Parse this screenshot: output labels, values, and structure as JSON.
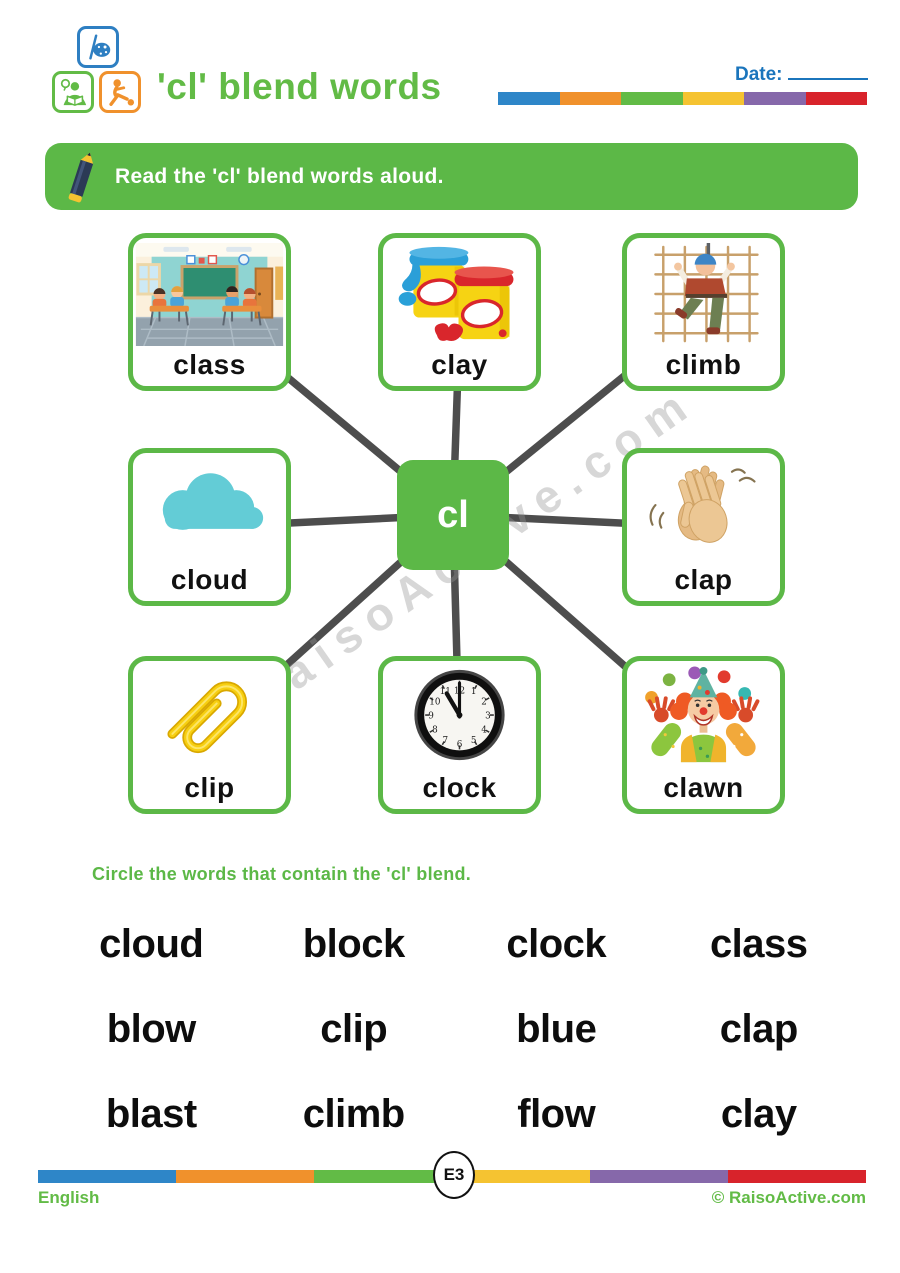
{
  "header": {
    "title": "'cl' blend words",
    "date_label": "Date:",
    "logo_tiles": [
      "art-palette",
      "child-reading",
      "child-playing-football"
    ]
  },
  "banner": {
    "instruction": "Read the 'cl' blend words aloud."
  },
  "diagram": {
    "center_label": "cl",
    "cards": [
      {
        "label": "class",
        "illustration": "classroom scene with students at desks"
      },
      {
        "label": "clay",
        "illustration": "two clay pots with blue and red lids"
      },
      {
        "label": "climb",
        "illustration": "child climbing a rope net"
      },
      {
        "label": "cloud",
        "illustration": "turquoise cloud"
      },
      {
        "label": "clap",
        "illustration": "clapping hands with motion lines"
      },
      {
        "label": "clip",
        "illustration": "yellow paperclip"
      },
      {
        "label": "clock",
        "illustration": "analog clock showing 11:00",
        "clock_numbers": [
          "12",
          "1",
          "2",
          "3",
          "4",
          "5",
          "6",
          "7",
          "8",
          "9",
          "10",
          "11"
        ]
      },
      {
        "label": "clawn",
        "illustration": "juggling clown"
      }
    ]
  },
  "watermark": {
    "text": "RaisoActive.com"
  },
  "circle_section": {
    "instruction": "Circle the words that contain the 'cl' blend.",
    "words": [
      "cloud",
      "block",
      "clock",
      "class",
      "blow",
      "clip",
      "blue",
      "clap",
      "blast",
      "climb",
      "flow",
      "clay"
    ]
  },
  "footer": {
    "level_badge": "E3",
    "subject": "English",
    "copyright": "© RaisoActive.com"
  },
  "colors": {
    "accent_green": "#5CB847",
    "title_green": "#62BB46",
    "date_blue": "#1B75BC",
    "connector_gray": "#4D4D4D",
    "rainbow": [
      "#2E86C8",
      "#F0912C",
      "#62BB46",
      "#F5C331",
      "#8668AA",
      "#D8232B"
    ]
  }
}
